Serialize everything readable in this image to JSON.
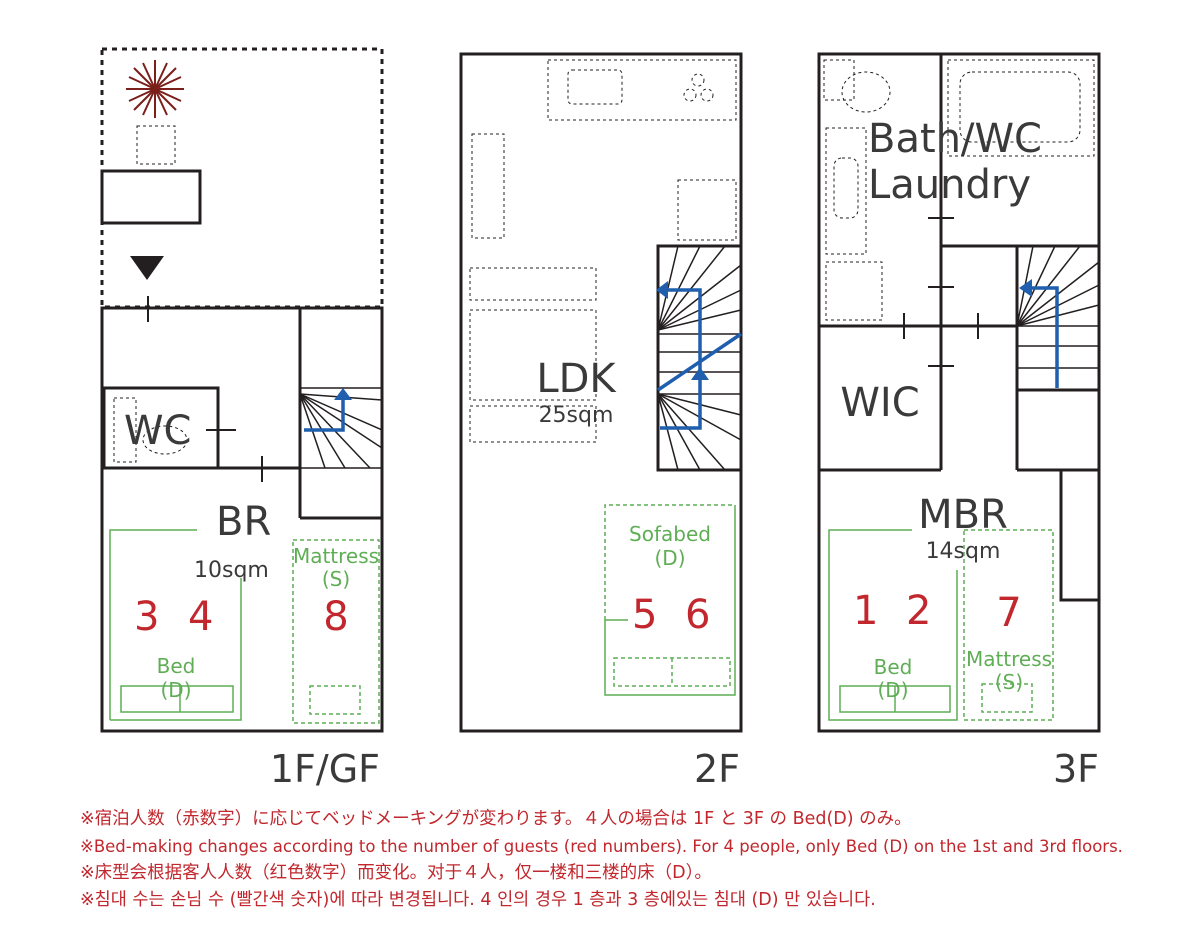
{
  "floors": {
    "f1": {
      "label": "1F/GF",
      "wc": "WC",
      "br": "BR",
      "br_area": "10sqm",
      "mattress_label": "Mattress",
      "mattress_size": "(S)",
      "mattress_num": "8",
      "bed_label": "Bed",
      "bed_size": "(D)",
      "bed_num_a": "3",
      "bed_num_b": "4"
    },
    "f2": {
      "label": "2F",
      "ldk": "LDK",
      "ldk_area": "25sqm",
      "sofabed_label": "Sofabed",
      "sofabed_size": "(D)",
      "sofabed_num_a": "5",
      "sofabed_num_b": "6"
    },
    "f3": {
      "label": "3F",
      "bath": "Bath/WC",
      "laundry": "Laundry",
      "wic": "WIC",
      "mbr": "MBR",
      "mbr_area": "14sqm",
      "bed_label": "Bed",
      "bed_size": "(D)",
      "bed_num_a": "1",
      "bed_num_b": "2",
      "mattress_label": "Mattress",
      "mattress_size": "(S)",
      "mattress_num": "7"
    }
  },
  "notes": {
    "ja": "※宿泊人数（赤数字）に応じてベッドメーキングが変わります。４人の場合は 1F と 3F の Bed(D) のみ。",
    "en": "※Bed-making changes according to the number of guests (red numbers). For 4 people, only Bed (D) on the 1st and 3rd floors.",
    "zh": "※床型会根据客人人数（红色数字）而变化。对于４人，仅一楼和三楼的床（D）。",
    "ko": "※침대 수는 손님 수 (빨간색 숫자)에 따라 변경됩니다. 4 인의 경우 1 층과 3 층에있는 침대 (D) 만 있습니다."
  },
  "colors": {
    "wall": "#231f20",
    "bed_outline": "#5fae55",
    "guest_number": "#c1272d",
    "stair_arrow": "#1f5fae"
  }
}
